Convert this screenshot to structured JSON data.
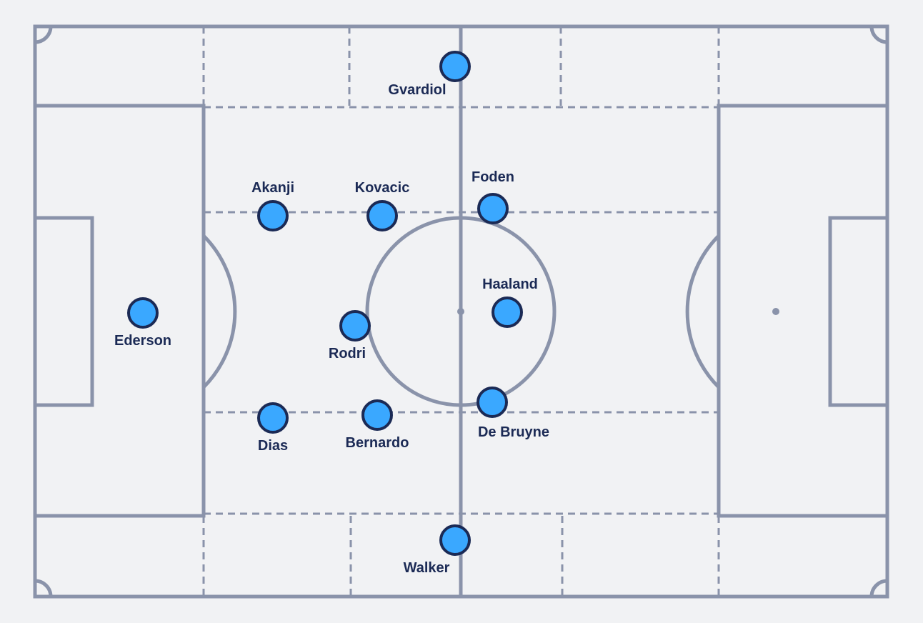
{
  "colors": {
    "background": "#f1f2f4",
    "pitch_lines": "#8a93aa",
    "player_fill": "#3aa8ff",
    "player_outline": "#1b2a55",
    "label_text": "#1b2a55"
  },
  "players": [
    {
      "id": "gvardiol",
      "name": "Gvardiol",
      "label_side": "below"
    },
    {
      "id": "akanji",
      "name": "Akanji",
      "label_side": "above"
    },
    {
      "id": "kovacic",
      "name": "Kovacic",
      "label_side": "above"
    },
    {
      "id": "foden",
      "name": "Foden",
      "label_side": "above"
    },
    {
      "id": "haaland",
      "name": "Haaland",
      "label_side": "above"
    },
    {
      "id": "ederson",
      "name": "Ederson",
      "label_side": "below"
    },
    {
      "id": "rodri",
      "name": "Rodri",
      "label_side": "below"
    },
    {
      "id": "dias",
      "name": "Dias",
      "label_side": "below"
    },
    {
      "id": "bernardo",
      "name": "Bernardo",
      "label_side": "below"
    },
    {
      "id": "de-bruyne",
      "name": "De Bruyne",
      "label_side": "below"
    },
    {
      "id": "walker",
      "name": "Walker",
      "label_side": "below"
    }
  ]
}
